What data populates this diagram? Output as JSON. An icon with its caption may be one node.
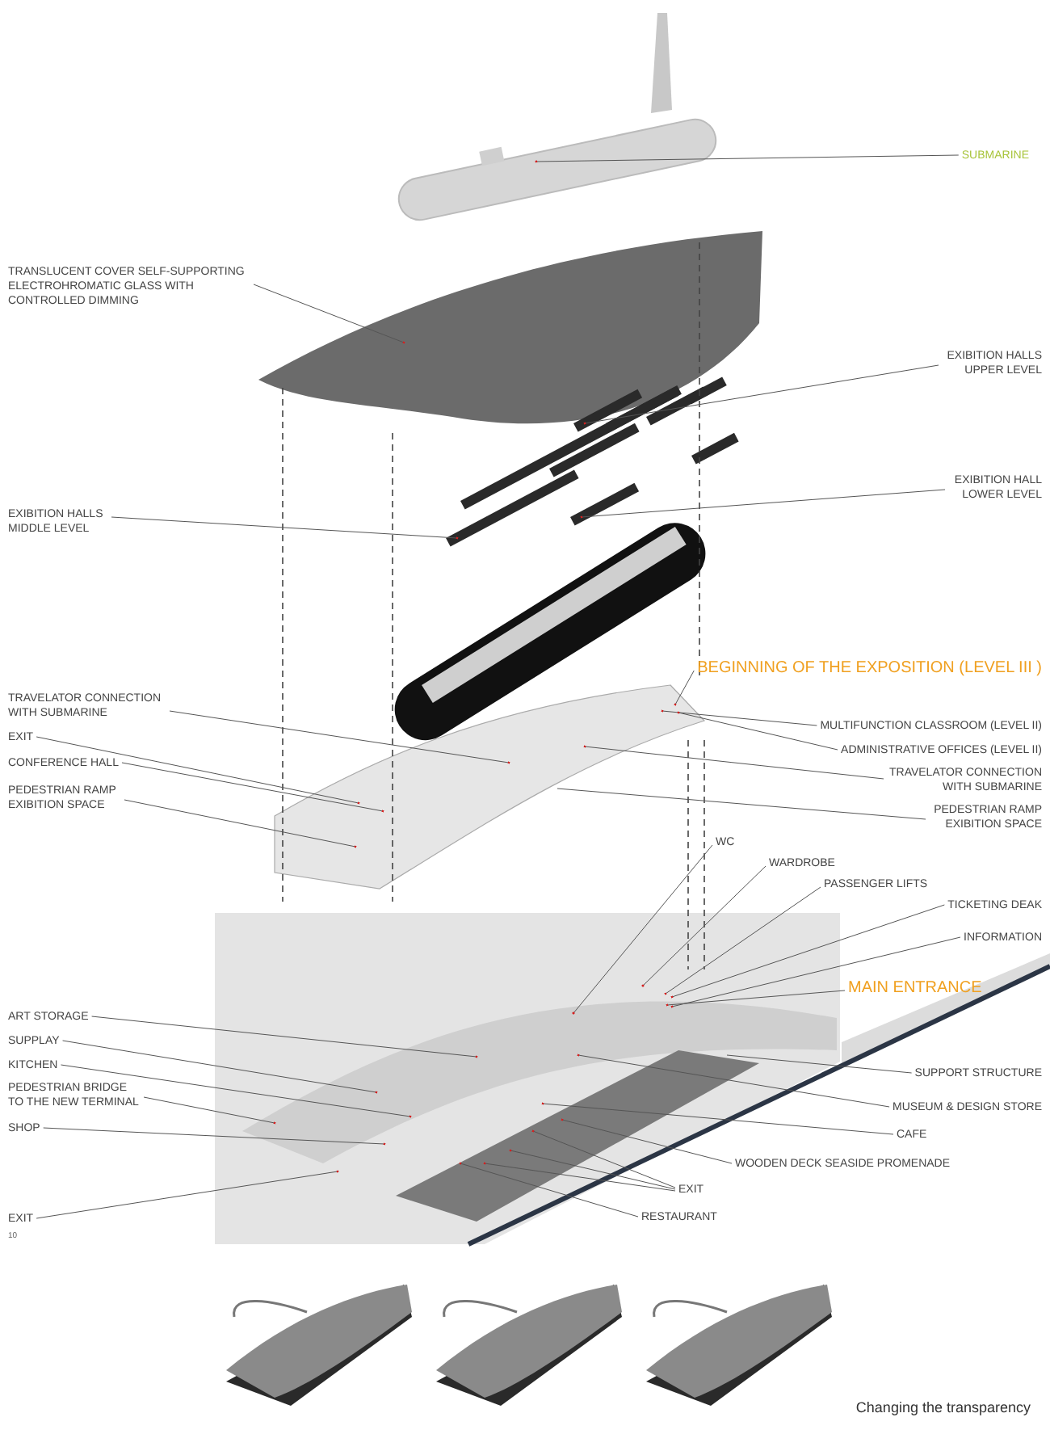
{
  "diagram": {
    "nodes": [
      {
        "text": [
          "SUBMARINE"
        ]
      },
      {
        "text": [
          "TRANSLUCENT COVER SELF-SUPPORTING ELECTROHROMATIC GLASS WITH CONTROLLED DIMMING"
        ]
      },
      {
        "text": [
          "EXIBITION HALLS UPPER LEVEL"
        ]
      },
      {
        "text": [
          "EXIBITION HALLS MIDDLE LEVEL"
        ]
      },
      {
        "text": [
          "EXIBITION HALL LOWER LEVEL"
        ]
      },
      {
        "text": [
          "TRAVELATOR CONNECTION WITH SUBMARINE"
        ]
      },
      {
        "text": [
          "EXIT"
        ]
      },
      {
        "text": [
          "CONFERENCE HALL"
        ]
      },
      {
        "text": [
          "PEDESTRIAN RAMP EXIBITION SPACE"
        ]
      },
      {
        "text": [
          "BEGINNING OF THE EXPOSITION (LEVEL III )"
        ]
      },
      {
        "text": [
          "MULTIFUNCTION CLASSROOM  (LEVEL II)"
        ]
      },
      {
        "text": [
          "ADMINISTRATIVE OFFICES (LEVEL II)"
        ]
      },
      {
        "text": [
          "TRAVELATOR CONNECTION WITH SUBMARINE"
        ]
      },
      {
        "text": [
          "PEDESTRIAN RAMP EXIBITION SPACE"
        ]
      },
      {
        "text": [
          "WC"
        ]
      },
      {
        "text": [
          "WARDROBE"
        ]
      },
      {
        "text": [
          "PASSENGER LIFTS"
        ]
      },
      {
        "text": [
          "TICKETING DEAK"
        ]
      },
      {
        "text": [
          "INFORMATION"
        ]
      },
      {
        "text": [
          "MAIN ENTRANCE"
        ]
      },
      {
        "text": [
          "ART STORAGE"
        ]
      },
      {
        "text": [
          "SUPPLAY"
        ]
      },
      {
        "text": [
          "KITCHEN"
        ]
      },
      {
        "text": [
          "PEDESTRIAN BRIDGE TO THE NEW TERMINAL"
        ]
      },
      {
        "text": [
          "SHOP"
        ]
      },
      {
        "text": [
          "EXIT"
        ]
      },
      {
        "text": [
          "SUPPORT STRUCTURE"
        ]
      },
      {
        "text": [
          "MUSEUM & DESIGN STORE"
        ]
      },
      {
        "text": [
          "CAFE"
        ]
      },
      {
        "text": [
          "WOODEN DECK SEASIDE PROMENADE"
        ]
      },
      {
        "text": [
          "EXIT"
        ]
      },
      {
        "text": [
          "RESTAURANT"
        ]
      },
      {
        "text": [],
        "shape": "picture"
      },
      {
        "text": [],
        "shape": "picture"
      },
      {
        "text": [],
        "shape": "bar"
      },
      {
        "text": [],
        "shape": "bar"
      },
      {
        "text": [],
        "shape": "bar"
      },
      {
        "text": [],
        "shape": "picture"
      },
      {
        "text": [],
        "shape": "picture"
      }
    ],
    "edges": [
      {
        "from": 0,
        "to": 32,
        "arrow": "other"
      },
      {
        "from": 1,
        "to": 33,
        "arrow": "other"
      },
      {
        "from": 2,
        "to": 34,
        "arrow": "other"
      },
      {
        "from": 3,
        "to": 35,
        "arrow": "other"
      },
      {
        "from": 4,
        "to": 36,
        "arrow": "other"
      },
      {
        "from": 5,
        "to": 37,
        "arrow": "other"
      },
      {
        "from": 6,
        "to": 37,
        "arrow": "other"
      },
      {
        "from": 7,
        "to": 37,
        "arrow": "other"
      },
      {
        "from": 8,
        "to": 37,
        "arrow": "other"
      },
      {
        "from": 9,
        "to": 37,
        "arrow": "other"
      },
      {
        "from": 10,
        "to": 37,
        "arrow": "other"
      },
      {
        "from": 11,
        "to": 37,
        "arrow": "other"
      },
      {
        "from": 12,
        "to": 37,
        "arrow": "other"
      },
      {
        "from": 13,
        "to": 37,
        "arrow": "none"
      },
      {
        "from": 14,
        "to": 38,
        "arrow": "other"
      },
      {
        "from": 15,
        "to": 38,
        "arrow": "other"
      },
      {
        "from": 16,
        "to": 38,
        "arrow": "other"
      },
      {
        "from": 17,
        "to": 38,
        "arrow": "other"
      },
      {
        "from": 18,
        "to": 38,
        "arrow": "other"
      },
      {
        "from": 19,
        "to": 38,
        "arrow": "other"
      },
      {
        "from": 20,
        "to": 38,
        "arrow": "other"
      },
      {
        "from": 21,
        "to": 38,
        "arrow": "other"
      },
      {
        "from": 22,
        "to": 38,
        "arrow": "other"
      },
      {
        "from": 23,
        "to": 38,
        "arrow": "other"
      },
      {
        "from": 24,
        "to": 38,
        "arrow": "other"
      },
      {
        "from": 25,
        "to": 38,
        "arrow": "other"
      },
      {
        "from": 26,
        "to": 38,
        "arrow": "none"
      },
      {
        "from": 27,
        "to": 38,
        "arrow": "other"
      },
      {
        "from": 28,
        "to": 38,
        "arrow": "other"
      },
      {
        "from": 29,
        "to": 38,
        "arrow": "other"
      },
      {
        "from": 30,
        "to": 38,
        "arrow": "other"
      },
      {
        "from": 30,
        "to": 38,
        "arrow": "other"
      },
      {
        "from": 30,
        "to": 38,
        "arrow": "other"
      },
      {
        "from": 31,
        "to": 38,
        "arrow": "other"
      }
    ],
    "labels": [
      "10",
      "Changing the transparency"
    ]
  }
}
